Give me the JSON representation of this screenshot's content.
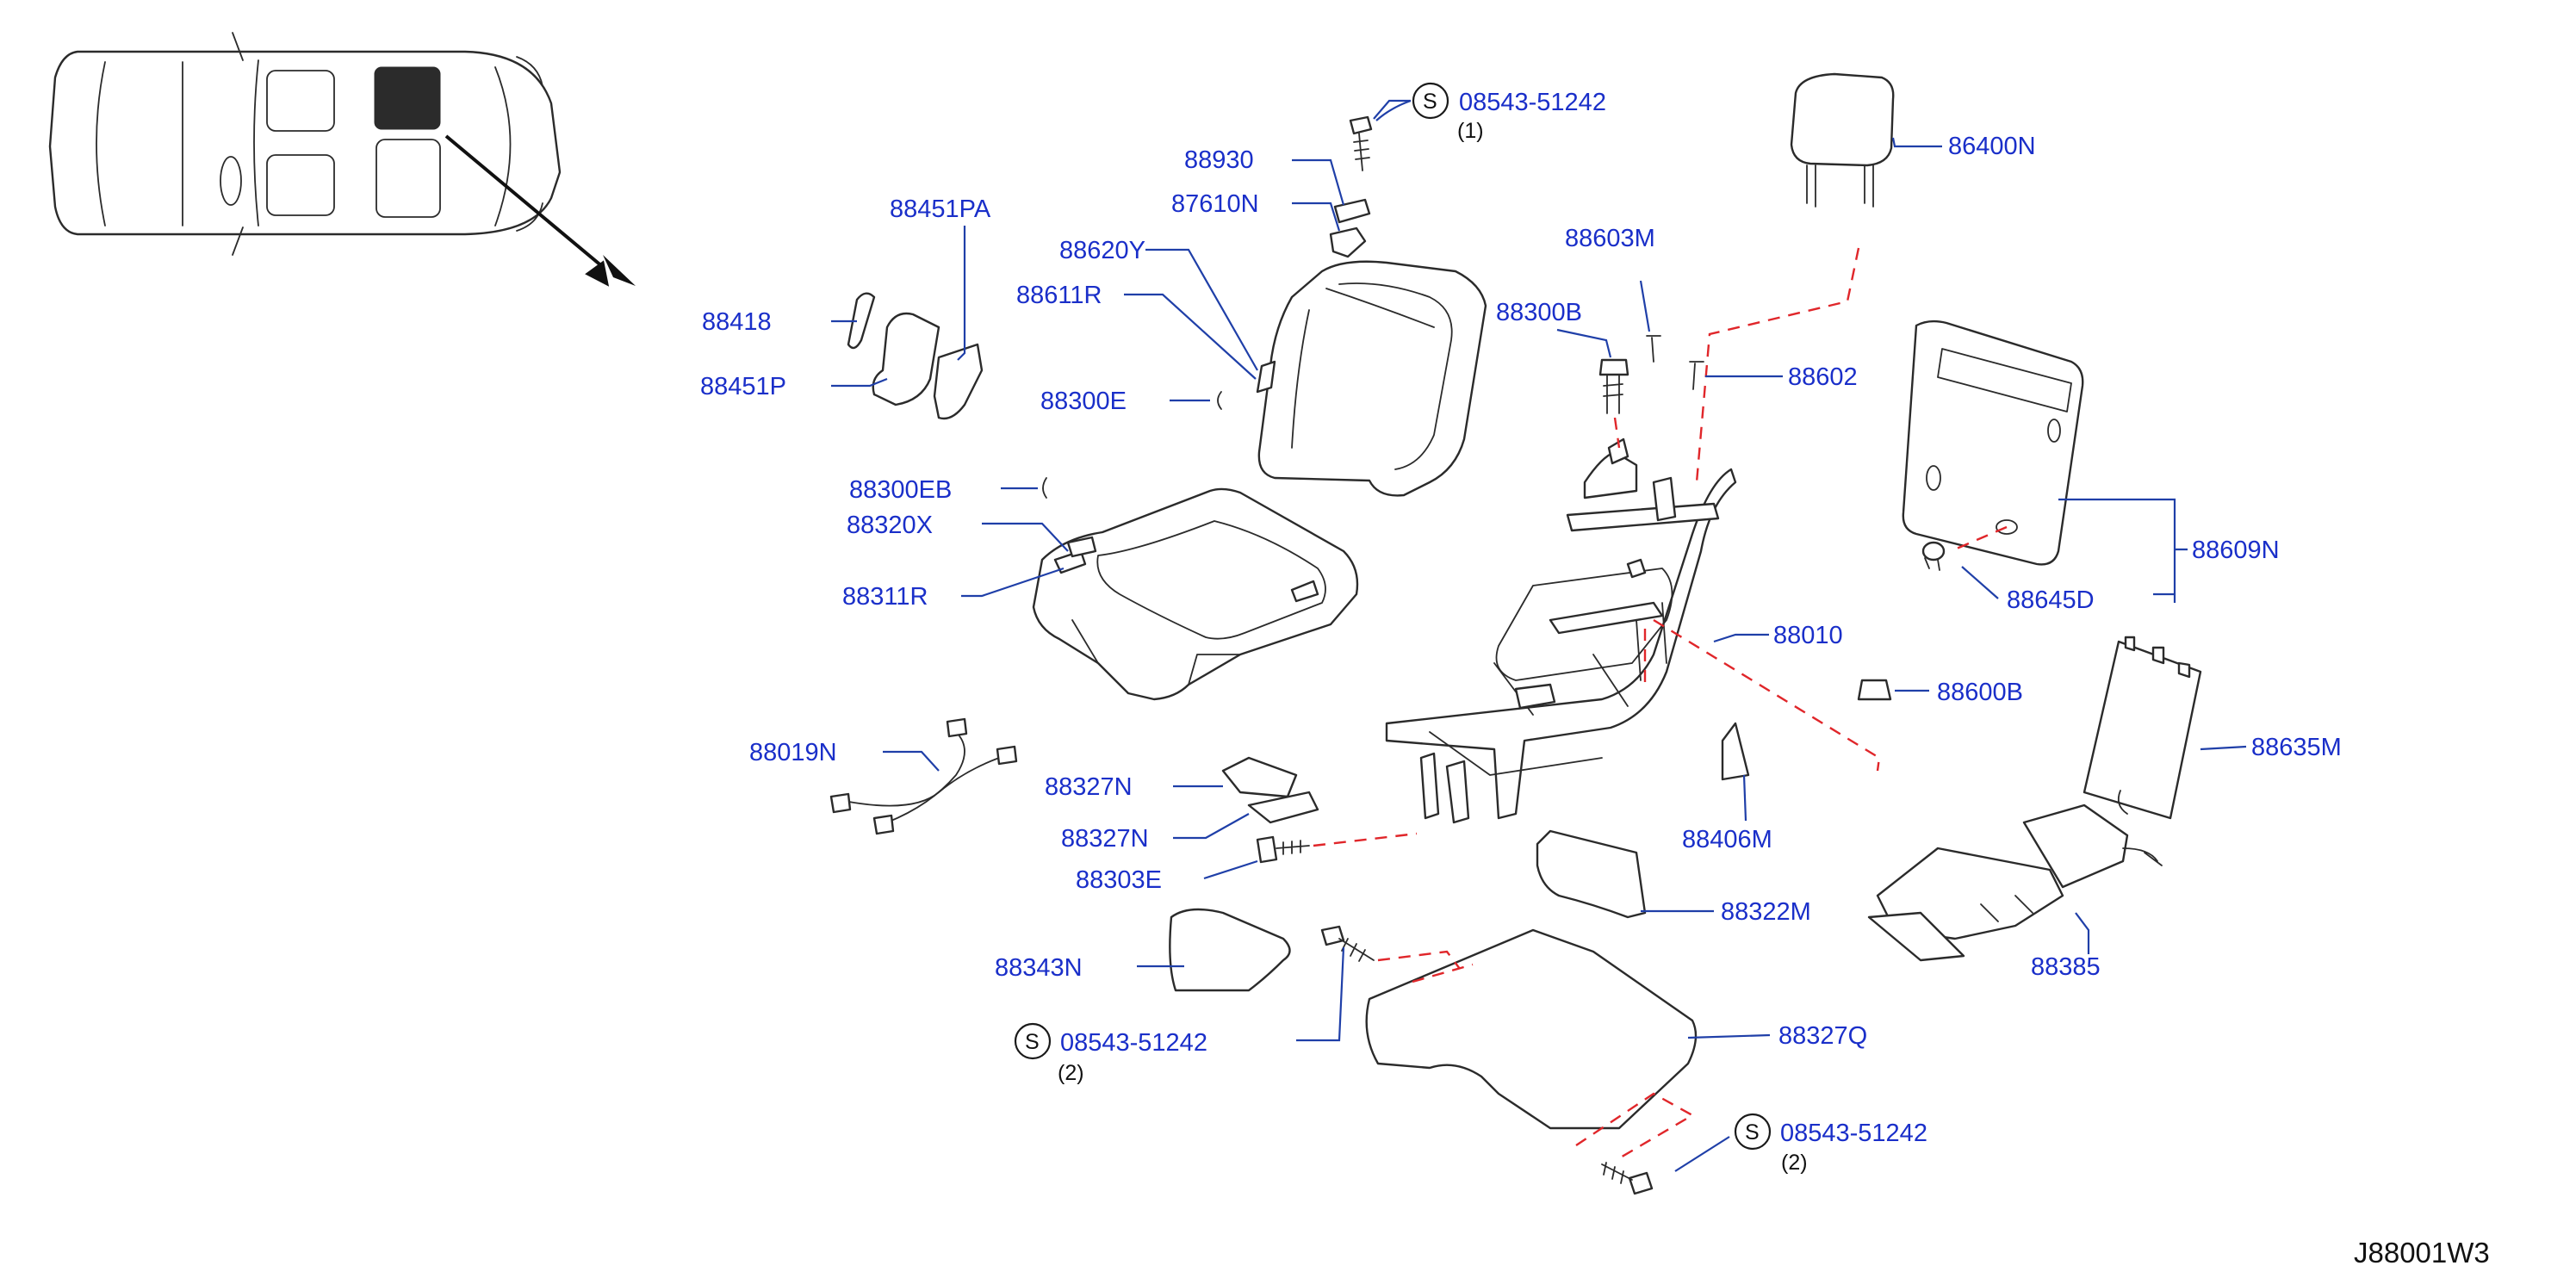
{
  "diagram_code": "J88001W3",
  "screw_symbol": "S",
  "labels": {
    "p86400N": "86400N",
    "p88930": "88930",
    "p87610N": "87610N",
    "p88451PA": "88451PA",
    "p88620Y": "88620Y",
    "p88611R": "88611R",
    "p88418": "88418",
    "p88451P": "88451P",
    "p88300E": "88300E",
    "p88603M": "88603M",
    "p88300B": "88300B",
    "p88602": "88602",
    "p88300EB": "88300EB",
    "p88320X": "88320X",
    "p88311R": "88311R",
    "p88609N": "88609N",
    "p88645D": "88645D",
    "p88010": "88010",
    "p88600B": "88600B",
    "p88019N": "88019N",
    "p88635M": "88635M",
    "p88327N_a": "88327N",
    "p88327N_b": "88327N",
    "p88406M": "88406M",
    "p88303E": "88303E",
    "p88322M": "88322M",
    "p88343N": "88343N",
    "p88385": "88385",
    "p88327Q": "88327Q",
    "screw1": "08543-51242",
    "screw2": "08543-51242",
    "screw3": "08543-51242",
    "qty1": "(1)",
    "qty2": "(2)",
    "qty3": "(2)"
  },
  "colors": {
    "label_blue": "#1a2fc9",
    "leader_blue": "#1f3fa8",
    "dashed_red": "#e0262a",
    "outline": "#2b2b2b"
  }
}
